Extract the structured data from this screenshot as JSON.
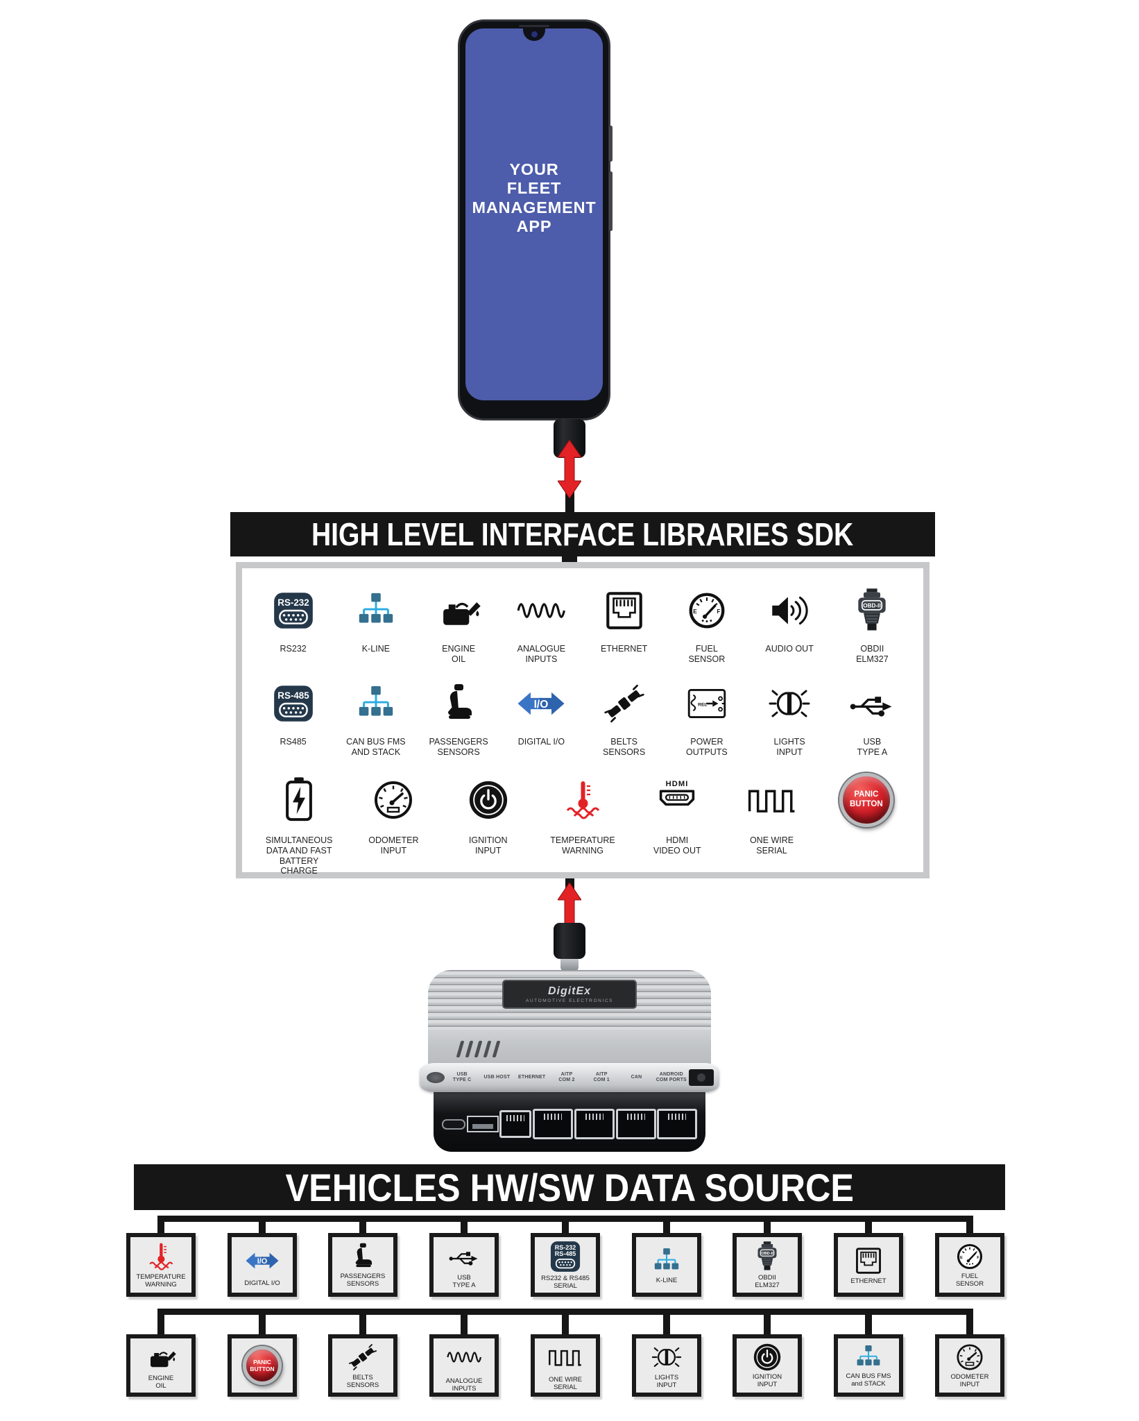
{
  "phone": {
    "app_text": "YOUR\nFLEET\nMANAGEMENT\nAPP"
  },
  "sdk": {
    "banner": "HIGH LEVEL INTERFACE LIBRARIES SDK",
    "rows": [
      [
        {
          "icon": "rs232-badge",
          "label": "RS232"
        },
        {
          "icon": "network-tree",
          "label": "K-LINE"
        },
        {
          "icon": "engine-oil-can",
          "label": "ENGINE\nOIL"
        },
        {
          "icon": "sine-wave",
          "label": "ANALOGUE\nINPUTS"
        },
        {
          "icon": "ethernet-jack",
          "label": "ETHERNET"
        },
        {
          "icon": "fuel-gauge",
          "label": "FUEL\nSENSOR"
        },
        {
          "icon": "speaker-audio",
          "label": "AUDIO OUT"
        },
        {
          "icon": "obd2-connector",
          "label": "OBDII\nELM327"
        }
      ],
      [
        {
          "icon": "rs485-badge",
          "label": "RS485"
        },
        {
          "icon": "network-tree",
          "label": "CAN BUS FMS\nAND STACK"
        },
        {
          "icon": "car-seat",
          "label": "PASSENGERS\nSENSORS"
        },
        {
          "icon": "io-arrows",
          "label": "DIGITAL I/O"
        },
        {
          "icon": "seatbelt-buckle",
          "label": "BELTS\nSENSORS"
        },
        {
          "icon": "relay-circuit",
          "label": "POWER\nOUTPUTS"
        },
        {
          "icon": "headlight-beam",
          "label": "LIGHTS\nINPUT"
        },
        {
          "icon": "usb-trident",
          "label": "USB\nTYPE A"
        }
      ],
      [
        {
          "icon": "battery-bolt",
          "label": "SIMULTANEOUS\nDATA AND FAST BATTERY\nCHARGE"
        },
        {
          "icon": "odometer-gauge",
          "label": "ODOMETER\nINPUT"
        },
        {
          "icon": "ignition-power",
          "label": "IGNITION\nINPUT"
        },
        {
          "icon": "thermometer-warning",
          "label": "TEMPERATURE\nWARNING"
        },
        {
          "icon": "hdmi-plug",
          "label": "HDMI\nVIDEO OUT"
        },
        {
          "icon": "square-wave",
          "label": "ONE WIRE\nSERIAL"
        },
        {
          "icon": "panic-button",
          "label": "PANIC\nBUTTON"
        }
      ]
    ]
  },
  "device": {
    "brand": "DigitEx",
    "brand_sub": "AUTOMOTIVE ELECTRONICS",
    "port_labels": [
      "USB\nTYPE C",
      "USB HOST",
      "ETHERNET",
      "AITP\nCOM 2",
      "AITP\nCOM 1",
      "CAN",
      "ANDROID\nCOM PORTS"
    ]
  },
  "vehicles": {
    "banner": "VEHICLES HW/SW DATA SOURCE",
    "rows": [
      [
        {
          "icon": "thermometer-warning",
          "label": "TEMPERATURE\nWARNING"
        },
        {
          "icon": "io-arrows",
          "label": "DIGITAL I/O"
        },
        {
          "icon": "car-seat",
          "label": "PASSENGERS\nSENSORS"
        },
        {
          "icon": "usb-trident",
          "label": "USB\nTYPE A"
        },
        {
          "icon": "rs232-rs485-badge",
          "label": "RS232 & RS485\nSERIAL"
        },
        {
          "icon": "network-tree",
          "label": "K-LINE"
        },
        {
          "icon": "obd2-connector",
          "label": "OBDII\nELM327"
        },
        {
          "icon": "ethernet-jack",
          "label": "ETHERNET"
        },
        {
          "icon": "fuel-gauge",
          "label": "FUEL\nSENSOR"
        }
      ],
      [
        {
          "icon": "engine-oil-can",
          "label": "ENGINE\nOIL"
        },
        {
          "icon": "panic-button",
          "label": "PANIC\nBUTTON"
        },
        {
          "icon": "seatbelt-buckle",
          "label": "BELTS\nSENSORS"
        },
        {
          "icon": "sine-wave",
          "label": "ANALOGUE\nINPUTS"
        },
        {
          "icon": "square-wave",
          "label": "ONE WIRE\nSERIAL"
        },
        {
          "icon": "headlight-beam",
          "label": "LIGHTS\nINPUT"
        },
        {
          "icon": "ignition-power",
          "label": "IGNITION\nINPUT"
        },
        {
          "icon": "network-tree",
          "label": "CAN BUS FMS\nand STACK"
        },
        {
          "icon": "odometer-gauge",
          "label": "ODOMETER\nINPUT"
        }
      ]
    ]
  },
  "colors": {
    "screen_blue": "#4d5cab",
    "banner_black": "#161616",
    "badge_navy": "#24384a",
    "tree_square_blue": "#34708f",
    "tree_line_cyan": "#29abe2",
    "io_arrow_blue": "#3a74c4",
    "warning_red": "#e32226",
    "panic_red": "#d6212a"
  }
}
